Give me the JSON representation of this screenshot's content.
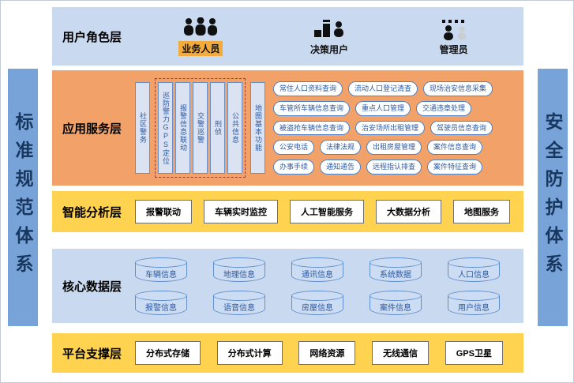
{
  "frame": {
    "left_bar": "标准规范体系",
    "right_bar": "安全防护体系"
  },
  "colors": {
    "layer_blue": "#c9d9ef",
    "layer_orange": "#f2a269",
    "layer_yellow": "#ffd24f",
    "sidebar_blue": "#78a3d9",
    "pill_border": "#4f81c7",
    "pill_text": "#2d5aa0",
    "highlight_orange": "#f3ab3c"
  },
  "user_layer": {
    "label": "用户角色层",
    "roles": [
      {
        "name": "业务人员",
        "icon": "people-group-icon"
      },
      {
        "name": "决策用户",
        "icon": "decision-user-icon"
      },
      {
        "name": "管理员",
        "icon": "admin-org-icon"
      }
    ]
  },
  "app_layer": {
    "label": "应用服务层",
    "modules": [
      "社区警务",
      "巡防警力GPS定位",
      "报警信息联动",
      "交警巡警",
      "刑侦",
      "公共信息",
      "地图基本功能"
    ],
    "functions_rows": [
      [
        "常住人口资料查询",
        "流动人口登记清查",
        "现场治安信息采集"
      ],
      [
        "车管所车辆信息查询",
        "重点人口管理",
        "交通违章处理"
      ],
      [
        "被盗抢车辆信息查询",
        "治安场所出租管理",
        "驾驶员信息查询"
      ],
      [
        "公安电话",
        "法律法规",
        "出租房屋管理",
        "案件信息查询"
      ],
      [
        "办事手续",
        "通知通告",
        "远程指认排查",
        "案件特征查询"
      ]
    ]
  },
  "analysis_layer": {
    "label": "智能分析层",
    "items": [
      "报警联动",
      "车辆实时监控",
      "人工智能服务",
      "大数据分析",
      "地图服务"
    ]
  },
  "data_layer": {
    "label": "核心数据层",
    "rows": [
      [
        "车辆信息",
        "地理信息",
        "通讯信息",
        "系统数据",
        "人口信息"
      ],
      [
        "报警信息",
        "语音信息",
        "房屋信息",
        "案件信息",
        "用户信息"
      ]
    ]
  },
  "platform_layer": {
    "label": "平台支撑层",
    "items": [
      "分布式存储",
      "分布式计算",
      "网络资源",
      "无线通信",
      "GPS卫星"
    ]
  }
}
